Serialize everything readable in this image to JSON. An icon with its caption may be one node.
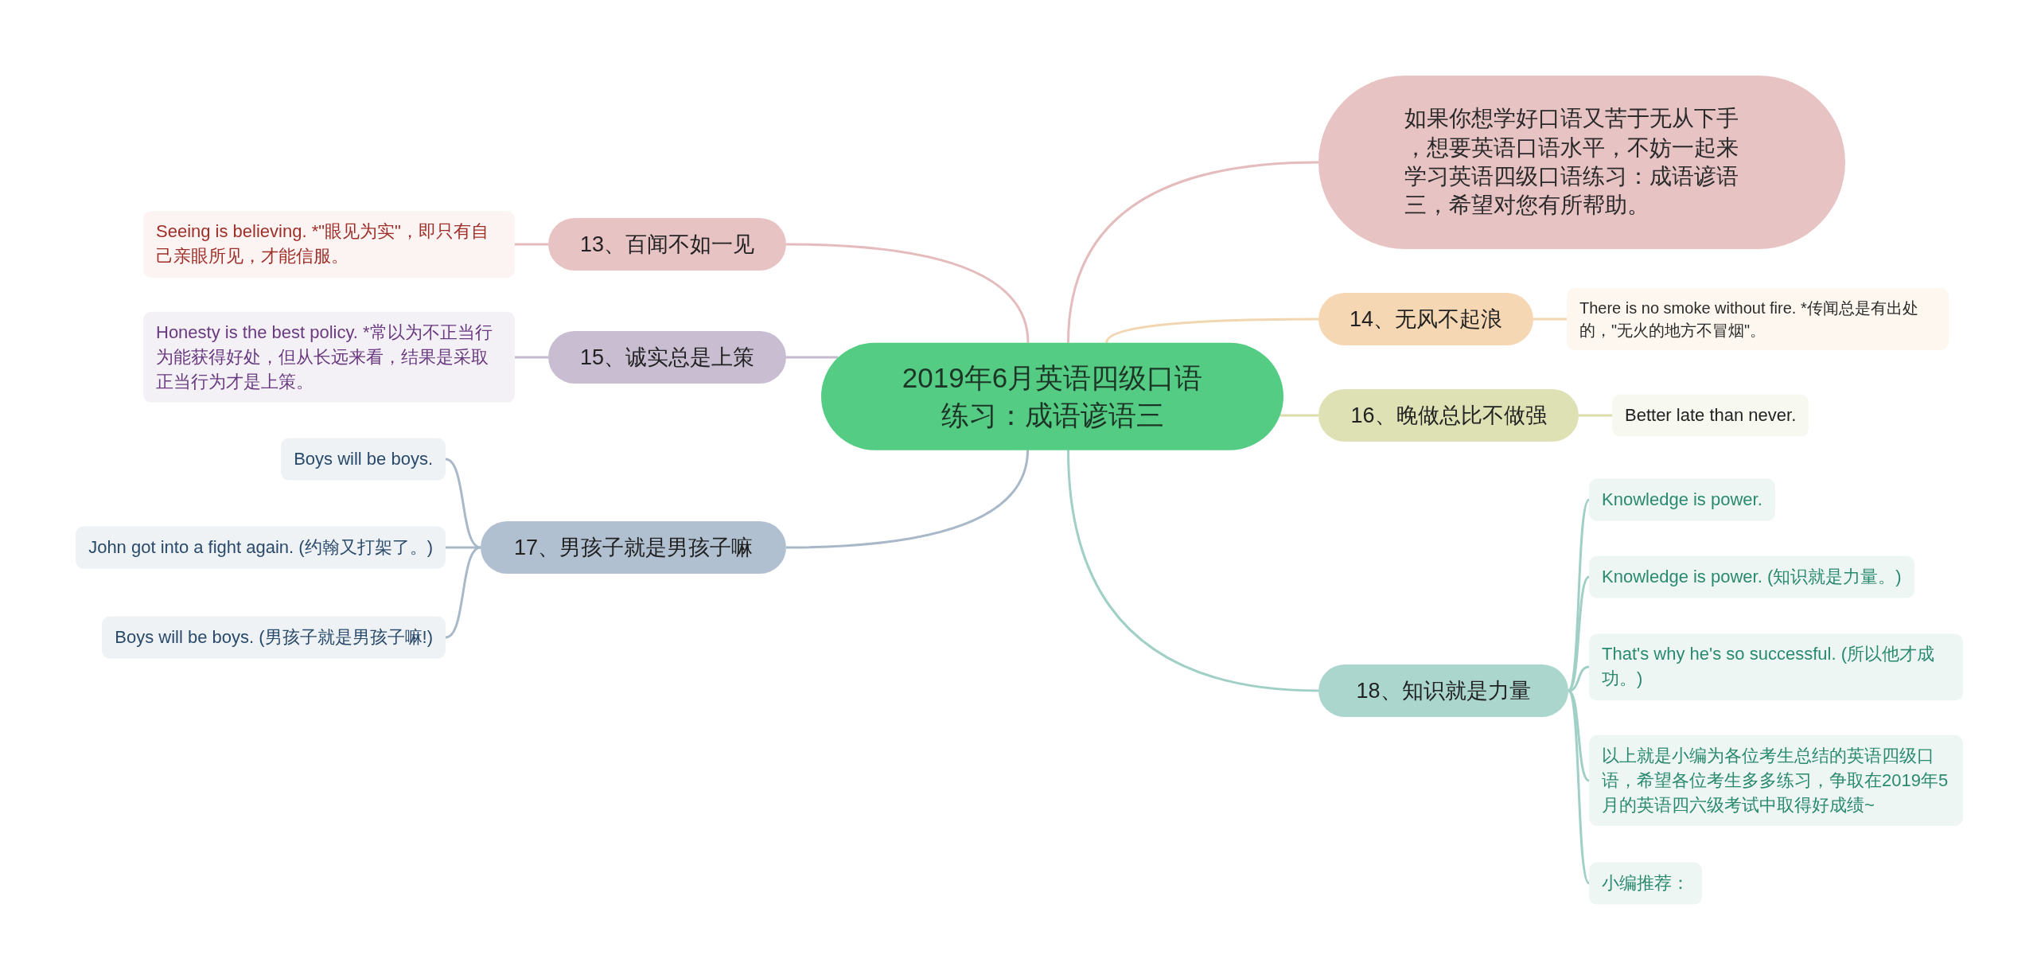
{
  "diagram": {
    "nodes": [
      {
        "text": [
          "2019年6月英语四级口语练习：成语谚语三"
        ]
      },
      {
        "text": [
          "如果你想学好口语又苦于无从下手，想要英语口语水平，不妨一起来学习英语四级口语练习：成语谚语三，希望对您有所帮助。"
        ]
      },
      {
        "text": [
          "13、百闻不如一见"
        ]
      },
      {
        "text": [
          "Seeing is believing. *\"眼见为实\"，即只有自己亲眼所见，才能信服。"
        ]
      },
      {
        "text": [
          "14、无风不起浪"
        ]
      },
      {
        "text": [
          "There is no smoke without fire. *传闻总是有出处的，\"无火的地方不冒烟\"。"
        ]
      },
      {
        "text": [
          "15、诚实总是上策"
        ]
      },
      {
        "text": [
          "Honesty is the best policy. *常以为不正当行为能获得好处，但从长远来看，结果是采取正当行为才是上策。"
        ]
      },
      {
        "text": [
          "16、晚做总比不做强"
        ]
      },
      {
        "text": [
          "Better late than never."
        ]
      },
      {
        "text": [
          "17、男孩子就是男孩子嘛"
        ]
      },
      {
        "text": [
          "Boys will be boys."
        ]
      },
      {
        "text": [
          "John got into a fight again. (约翰又打架了。)"
        ]
      },
      {
        "text": [
          "Boys will be boys. (男孩子就是男孩子嘛!)"
        ]
      },
      {
        "text": [
          "18、知识就是力量"
        ]
      },
      {
        "text": [
          "Knowledge is power."
        ]
      },
      {
        "text": [
          "Knowledge is power. (知识就是力量。)"
        ]
      },
      {
        "text": [
          "That's why he's so successful. (所以他才成功。)"
        ]
      },
      {
        "text": [
          "以上就是小编为各位考生总结的英语四级口语，希望各位考生多多练习，争取在2019年5月的英语四六级考试中取得好成绩~"
        ]
      },
      {
        "text": [
          "小编推荐："
        ]
      }
    ],
    "edges": [
      {
        "from": 0,
        "to": 1,
        "arrow": "none",
        "color": "#e5bcbd"
      },
      {
        "from": 0,
        "to": 2,
        "arrow": "none",
        "color": "#e5bcbd"
      },
      {
        "from": 2,
        "to": 3,
        "arrow": "none",
        "color": "#e5bcbd"
      },
      {
        "from": 0,
        "to": 4,
        "arrow": "none",
        "color": "#f2d6b2"
      },
      {
        "from": 4,
        "to": 5,
        "arrow": "none",
        "color": "#f2d6b2"
      },
      {
        "from": 0,
        "to": 6,
        "arrow": "none",
        "color": "#c5b9cd"
      },
      {
        "from": 6,
        "to": 7,
        "arrow": "none",
        "color": "#c5b9cd"
      },
      {
        "from": 0,
        "to": 8,
        "arrow": "none",
        "color": "#dadcaa"
      },
      {
        "from": 8,
        "to": 9,
        "arrow": "none",
        "color": "#dadcaa"
      },
      {
        "from": 0,
        "to": 10,
        "arrow": "none",
        "color": "#a9b8c9"
      },
      {
        "from": 10,
        "to": 11,
        "arrow": "none",
        "color": "#a9b8c9"
      },
      {
        "from": 10,
        "to": 12,
        "arrow": "none",
        "color": "#a9b8c9"
      },
      {
        "from": 10,
        "to": 13,
        "arrow": "none",
        "color": "#a9b8c9"
      },
      {
        "from": 0,
        "to": 14,
        "arrow": "none"
      },
      {
        "from": 14,
        "to": 15,
        "arrow": "none"
      },
      {
        "from": 14,
        "to": 16,
        "arrow": "none"
      },
      {
        "from": 14,
        "to": 17,
        "arrow": "none"
      },
      {
        "from": 14,
        "to": 18,
        "arrow": "none"
      },
      {
        "from": 14,
        "to": 19,
        "arrow": "none"
      }
    ]
  }
}
